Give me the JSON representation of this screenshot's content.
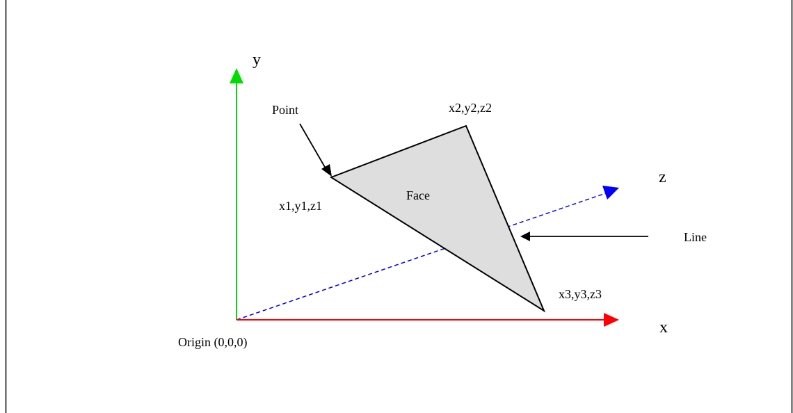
{
  "diagram": {
    "colors": {
      "x_axis": "#ff0000",
      "y_axis": "#00dd00",
      "z_axis": "#0000ff",
      "face_fill": "#dedede",
      "outline": "#000000"
    },
    "labels": {
      "y_axis": "y",
      "z_axis": "z",
      "x_axis": "x",
      "origin": "Origin (0,0,0)",
      "point": "Point",
      "face": "Face",
      "line": "Line",
      "vertex1": "x1,y1,z1",
      "vertex2": "x2,y2,z2",
      "vertex3": "x3,y3,z3"
    }
  }
}
